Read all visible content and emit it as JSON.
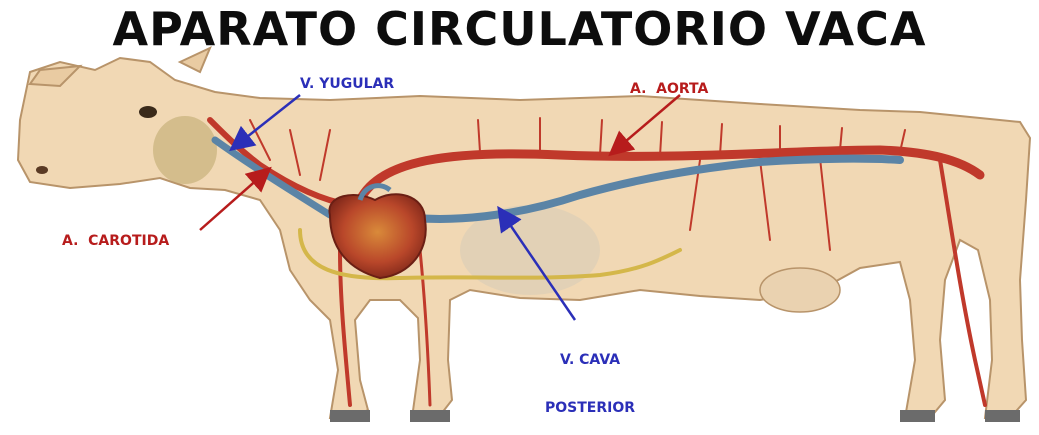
{
  "title": "APARATO CIRCULATORIO VACA",
  "labels": {
    "yugular": "V. YUGULAR",
    "aorta": "A.  AORTA",
    "carotida": "A.  CAROTIDA",
    "cava_line1": "V. CAVA",
    "cava_line2": "POSTERIOR"
  },
  "colors": {
    "artery": "#c0392b",
    "vein": "#5b84a6",
    "pointer_red": "#b71c1c",
    "pointer_blue": "#2b2fb8",
    "body": "#f1d8b4"
  }
}
